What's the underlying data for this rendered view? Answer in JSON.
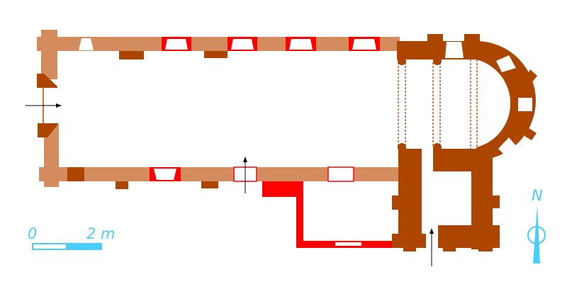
{
  "colors": {
    "original_masonry": "#d48c5e",
    "older_masonry": "#ab4500",
    "later_addition": "#ff0000",
    "annotation": "#48cdff"
  },
  "scale_bar": {
    "start_label": "0",
    "end_label": "2 m"
  },
  "north_arrow": {
    "label": "N"
  }
}
